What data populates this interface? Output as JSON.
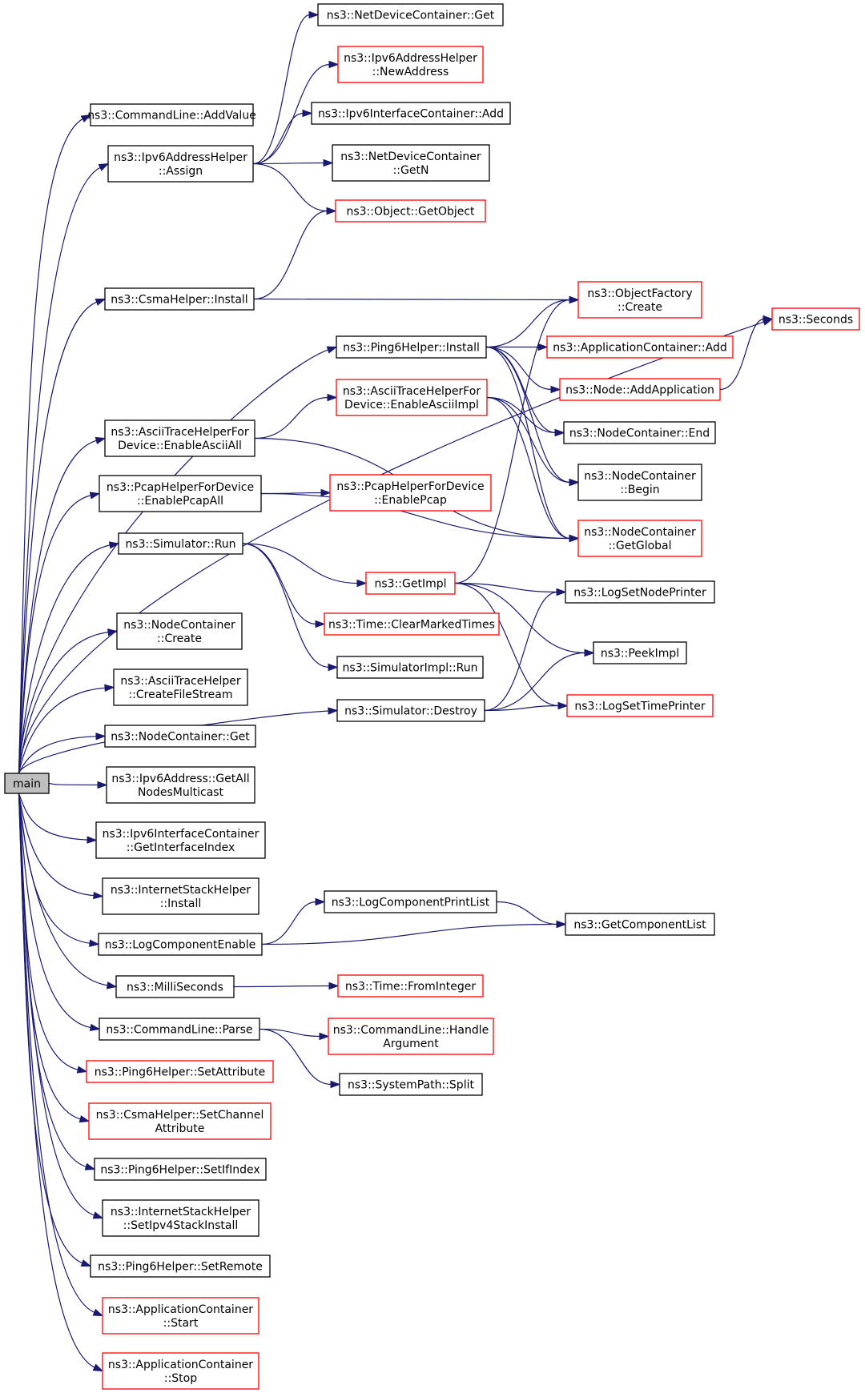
{
  "graph": {
    "nodes": [
      {
        "id": "main",
        "lines": [
          "main"
        ],
        "style": "main"
      },
      {
        "id": "adev",
        "lines": [
          "ns3::CommandLine::AddValue"
        ],
        "style": "black"
      },
      {
        "id": "assign",
        "lines": [
          "ns3::Ipv6AddressHelper",
          "::Assign"
        ],
        "style": "black"
      },
      {
        "id": "csmaInst",
        "lines": [
          "ns3::CsmaHelper::Install"
        ],
        "style": "black"
      },
      {
        "id": "asciiAll",
        "lines": [
          "ns3::AsciiTraceHelperFor",
          "Device::EnableAsciiAll"
        ],
        "style": "black"
      },
      {
        "id": "pcapAll",
        "lines": [
          "ns3::PcapHelperForDevice",
          "::EnablePcapAll"
        ],
        "style": "black"
      },
      {
        "id": "simRun",
        "lines": [
          "ns3::Simulator::Run"
        ],
        "style": "black"
      },
      {
        "id": "ncCreate",
        "lines": [
          "ns3::NodeContainer",
          "::Create"
        ],
        "style": "black"
      },
      {
        "id": "cfs",
        "lines": [
          "ns3::AsciiTraceHelper",
          "::CreateFileStream"
        ],
        "style": "black"
      },
      {
        "id": "ncGet",
        "lines": [
          "ns3::NodeContainer::Get"
        ],
        "style": "black"
      },
      {
        "id": "gamc",
        "lines": [
          "ns3::Ipv6Address::GetAll",
          "NodesMulticast"
        ],
        "style": "black"
      },
      {
        "id": "gii",
        "lines": [
          "ns3::Ipv6InterfaceContainer",
          "::GetInterfaceIndex"
        ],
        "style": "black"
      },
      {
        "id": "ishInst",
        "lines": [
          "ns3::InternetStackHelper",
          "::Install"
        ],
        "style": "black"
      },
      {
        "id": "lce",
        "lines": [
          "ns3::LogComponentEnable"
        ],
        "style": "black"
      },
      {
        "id": "ms",
        "lines": [
          "ns3::MilliSeconds"
        ],
        "style": "black"
      },
      {
        "id": "clParse",
        "lines": [
          "ns3::CommandLine::Parse"
        ],
        "style": "black"
      },
      {
        "id": "p6sa",
        "lines": [
          "ns3::Ping6Helper::SetAttribute"
        ],
        "style": "red"
      },
      {
        "id": "csca",
        "lines": [
          "ns3::CsmaHelper::SetChannel",
          "Attribute"
        ],
        "style": "red"
      },
      {
        "id": "p6si",
        "lines": [
          "ns3::Ping6Helper::SetIfIndex"
        ],
        "style": "black"
      },
      {
        "id": "ishS4",
        "lines": [
          "ns3::InternetStackHelper",
          "::SetIpv4StackInstall"
        ],
        "style": "black"
      },
      {
        "id": "p6sr",
        "lines": [
          "ns3::Ping6Helper::SetRemote"
        ],
        "style": "black"
      },
      {
        "id": "acStart",
        "lines": [
          "ns3::ApplicationContainer",
          "::Start"
        ],
        "style": "red"
      },
      {
        "id": "acStop",
        "lines": [
          "ns3::ApplicationContainer",
          "::Stop"
        ],
        "style": "red"
      },
      {
        "id": "ndcGet",
        "lines": [
          "ns3::NetDeviceContainer::Get"
        ],
        "style": "black"
      },
      {
        "id": "newAddr",
        "lines": [
          "ns3::Ipv6AddressHelper",
          "::NewAddress"
        ],
        "style": "red"
      },
      {
        "id": "icAdd",
        "lines": [
          "ns3::Ipv6InterfaceContainer::Add"
        ],
        "style": "black"
      },
      {
        "id": "ndcGetN",
        "lines": [
          "ns3::NetDeviceContainer",
          "::GetN"
        ],
        "style": "black"
      },
      {
        "id": "getObj",
        "lines": [
          "ns3::Object::GetObject"
        ],
        "style": "red"
      },
      {
        "id": "p6Inst",
        "lines": [
          "ns3::Ping6Helper::Install"
        ],
        "style": "black"
      },
      {
        "id": "asciiImpl",
        "lines": [
          "ns3::AsciiTraceHelperFor",
          "Device::EnableAsciiImpl"
        ],
        "style": "red"
      },
      {
        "id": "pcapImpl",
        "lines": [
          "ns3::PcapHelperForDevice",
          "::EnablePcap"
        ],
        "style": "red"
      },
      {
        "id": "getImpl",
        "lines": [
          "ns3::GetImpl"
        ],
        "style": "red"
      },
      {
        "id": "cmt",
        "lines": [
          "ns3::Time::ClearMarkedTimes"
        ],
        "style": "red"
      },
      {
        "id": "siRun",
        "lines": [
          "ns3::SimulatorImpl::Run"
        ],
        "style": "black"
      },
      {
        "id": "simDestroy",
        "lines": [
          "ns3::Simulator::Destroy"
        ],
        "style": "black"
      },
      {
        "id": "lcpl",
        "lines": [
          "ns3::LogComponentPrintList"
        ],
        "style": "black"
      },
      {
        "id": "fromInt",
        "lines": [
          "ns3::Time::FromInteger"
        ],
        "style": "red"
      },
      {
        "id": "clHandle",
        "lines": [
          "ns3::CommandLine::Handle",
          "Argument"
        ],
        "style": "red"
      },
      {
        "id": "split",
        "lines": [
          "ns3::SystemPath::Split"
        ],
        "style": "black"
      },
      {
        "id": "ofCreate",
        "lines": [
          "ns3::ObjectFactory",
          "::Create"
        ],
        "style": "red"
      },
      {
        "id": "appAdd",
        "lines": [
          "ns3::ApplicationContainer::Add"
        ],
        "style": "red"
      },
      {
        "id": "addApp",
        "lines": [
          "ns3::Node::AddApplication"
        ],
        "style": "red"
      },
      {
        "id": "ncEnd",
        "lines": [
          "ns3::NodeContainer::End"
        ],
        "style": "black"
      },
      {
        "id": "ncBegin",
        "lines": [
          "ns3::NodeContainer",
          "::Begin"
        ],
        "style": "black"
      },
      {
        "id": "ncGlobal",
        "lines": [
          "ns3::NodeContainer",
          "::GetGlobal"
        ],
        "style": "red"
      },
      {
        "id": "lsnp",
        "lines": [
          "ns3::LogSetNodePrinter"
        ],
        "style": "black"
      },
      {
        "id": "peek",
        "lines": [
          "ns3::PeekImpl"
        ],
        "style": "black"
      },
      {
        "id": "lstp",
        "lines": [
          "ns3::LogSetTimePrinter"
        ],
        "style": "red"
      },
      {
        "id": "gcl",
        "lines": [
          "ns3::GetComponentList"
        ],
        "style": "black"
      },
      {
        "id": "seconds",
        "lines": [
          "ns3::Seconds"
        ],
        "style": "red"
      }
    ],
    "edges": [
      [
        "main",
        "adev"
      ],
      [
        "main",
        "assign"
      ],
      [
        "main",
        "csmaInst"
      ],
      [
        "main",
        "asciiAll"
      ],
      [
        "main",
        "pcapAll"
      ],
      [
        "main",
        "simRun"
      ],
      [
        "main",
        "ncCreate"
      ],
      [
        "main",
        "cfs"
      ],
      [
        "main",
        "ncGet"
      ],
      [
        "main",
        "gamc"
      ],
      [
        "main",
        "gii"
      ],
      [
        "main",
        "ishInst"
      ],
      [
        "main",
        "lce"
      ],
      [
        "main",
        "ms"
      ],
      [
        "main",
        "clParse"
      ],
      [
        "main",
        "p6sa"
      ],
      [
        "main",
        "csca"
      ],
      [
        "main",
        "p6si"
      ],
      [
        "main",
        "ishS4"
      ],
      [
        "main",
        "p6sr"
      ],
      [
        "main",
        "acStart"
      ],
      [
        "main",
        "acStop"
      ],
      [
        "main",
        "p6Inst"
      ],
      [
        "main",
        "simDestroy"
      ],
      [
        "main",
        "seconds"
      ],
      [
        "assign",
        "ndcGet"
      ],
      [
        "assign",
        "newAddr"
      ],
      [
        "assign",
        "icAdd"
      ],
      [
        "assign",
        "ndcGetN"
      ],
      [
        "assign",
        "getObj"
      ],
      [
        "csmaInst",
        "getObj"
      ],
      [
        "csmaInst",
        "ofCreate"
      ],
      [
        "p6Inst",
        "ofCreate"
      ],
      [
        "p6Inst",
        "appAdd"
      ],
      [
        "p6Inst",
        "addApp"
      ],
      [
        "p6Inst",
        "ncEnd"
      ],
      [
        "p6Inst",
        "ncBegin"
      ],
      [
        "p6Inst",
        "ncGlobal"
      ],
      [
        "asciiAll",
        "asciiImpl"
      ],
      [
        "asciiAll",
        "ncGlobal"
      ],
      [
        "asciiImpl",
        "ncEnd"
      ],
      [
        "asciiImpl",
        "ncBegin"
      ],
      [
        "asciiImpl",
        "ncGlobal"
      ],
      [
        "pcapAll",
        "pcapImpl"
      ],
      [
        "pcapAll",
        "ncGlobal"
      ],
      [
        "simRun",
        "getImpl"
      ],
      [
        "simRun",
        "cmt"
      ],
      [
        "simRun",
        "siRun"
      ],
      [
        "getImpl",
        "ofCreate"
      ],
      [
        "getImpl",
        "lsnp"
      ],
      [
        "getImpl",
        "peek"
      ],
      [
        "getImpl",
        "lstp"
      ],
      [
        "simDestroy",
        "peek"
      ],
      [
        "simDestroy",
        "lsnp"
      ],
      [
        "simDestroy",
        "lstp"
      ],
      [
        "lce",
        "lcpl"
      ],
      [
        "lce",
        "gcl"
      ],
      [
        "lcpl",
        "gcl"
      ],
      [
        "ms",
        "fromInt"
      ],
      [
        "clParse",
        "clHandle"
      ],
      [
        "clParse",
        "split"
      ],
      [
        "addApp",
        "seconds"
      ]
    ]
  }
}
